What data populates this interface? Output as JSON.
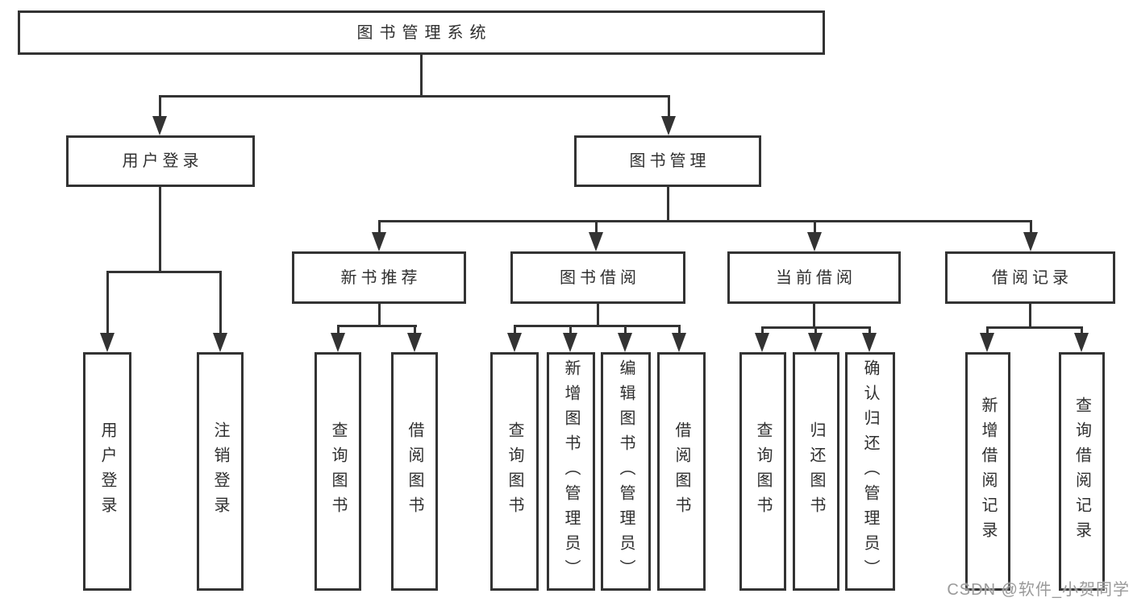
{
  "colors": {
    "line": "#333333",
    "text": "#2f2f2f",
    "box_fill": "#ffffff",
    "background": "#ffffff",
    "watermark": "#9a9a9a"
  },
  "watermark": {
    "text": "CSDN @软件_小贺同学"
  },
  "tree": {
    "label": "图书管理系统",
    "children": [
      {
        "label": "用户登录",
        "children": [
          {
            "label": "用户登录"
          },
          {
            "label": "注销登录"
          }
        ]
      },
      {
        "label": "图书管理",
        "children": [
          {
            "label": "新书推荐",
            "children": [
              {
                "label": "查询图书"
              },
              {
                "label": "借阅图书"
              }
            ]
          },
          {
            "label": "图书借阅",
            "children": [
              {
                "label": "查询图书"
              },
              {
                "label": "新增图书（管理员）"
              },
              {
                "label": "编辑图书（管理员）"
              },
              {
                "label": "借阅图书"
              }
            ]
          },
          {
            "label": "当前借阅",
            "children": [
              {
                "label": "查询图书"
              },
              {
                "label": "归还图书"
              },
              {
                "label": "确认归还（管理员）"
              }
            ]
          },
          {
            "label": "借阅记录",
            "children": [
              {
                "label": "新增借阅记录"
              },
              {
                "label": "查询借阅记录"
              }
            ]
          }
        ]
      }
    ]
  }
}
